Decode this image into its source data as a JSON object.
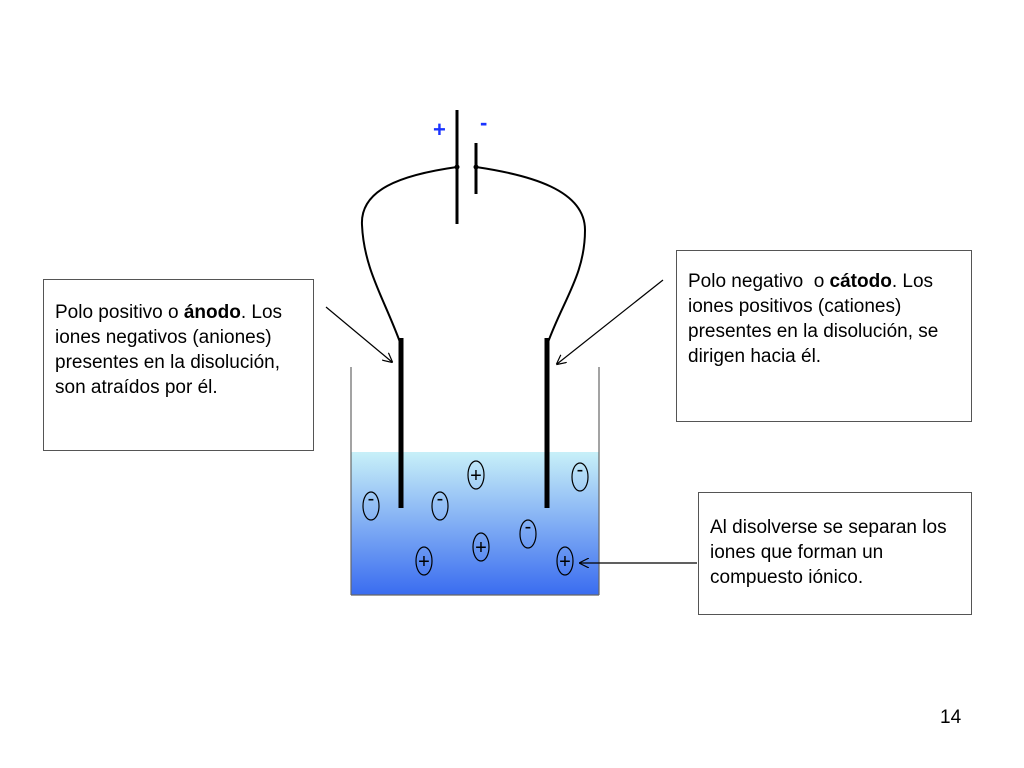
{
  "battery": {
    "positive_sign": "+",
    "negative_sign": "-"
  },
  "anode_box": {
    "title": "Polo positivo o ",
    "title_bold": "ánodo",
    "title_end": ".",
    "body": "Los iones negativos (aniones) presentes en la disolución, son atraídos por él."
  },
  "cathode_box": {
    "title": "Polo negativo  o ",
    "title_bold": "cátodo",
    "title_end": ".",
    "body": "Los iones positivos (cationes) presentes en la disolución, se dirigen hacia él."
  },
  "ions_box": {
    "text": "Al disolverse se separan los iones que forman un compuesto iónico."
  },
  "ions": [
    {
      "charge": "+"
    },
    {
      "charge": "-"
    },
    {
      "charge": "-"
    },
    {
      "charge": "-"
    },
    {
      "charge": "-"
    },
    {
      "charge": "+"
    },
    {
      "charge": "+"
    },
    {
      "charge": "+"
    }
  ],
  "colors": {
    "solution_top": "#c8f0f8",
    "solution_bottom": "#3a6cf0",
    "sign_blue": "#1a33ff"
  },
  "page_number": "14"
}
